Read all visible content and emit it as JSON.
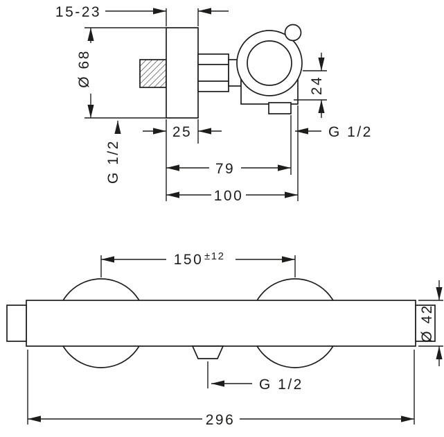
{
  "drawing": {
    "top_view": {
      "depth_range": "15-23",
      "plate_diameter": "Ø 68",
      "outlet_offset": "24",
      "outlet_thread": "G 1/2",
      "inlet_thread": "G 1/2",
      "plate_depth": "25",
      "outlet_distance": "79",
      "overall_depth": "100"
    },
    "front_view": {
      "center_distance": "150",
      "center_distance_tolerance": "±12",
      "body_diameter": "Ø 42",
      "outlet_thread": "G 1/2",
      "overall_width": "296"
    },
    "colors": {
      "line": "#1d1d1b",
      "background": "#ffffff"
    }
  }
}
